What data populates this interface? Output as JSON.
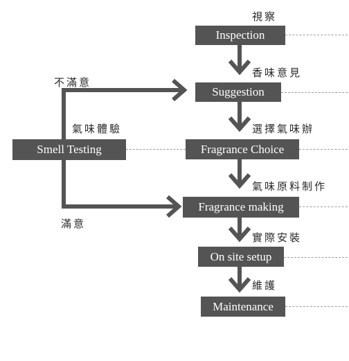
{
  "theme": {
    "box_color": "#545454",
    "arrow_color": "#545454",
    "label_color": "#2a2a2a"
  },
  "steps": [
    {
      "en": "Inspection",
      "zh": "視察"
    },
    {
      "en": "Suggestion",
      "zh": "香味意見"
    },
    {
      "en": "Fragrance Choice",
      "zh": "選擇氣味辦"
    },
    {
      "en": "Fragrance making",
      "zh": "氣味原料制作"
    },
    {
      "en": "On site setup",
      "zh": "實際安裝"
    },
    {
      "en": "Maintenance",
      "zh": "維護"
    }
  ],
  "smell_testing": {
    "en": "Smell Testing",
    "zh": "氣味體驗"
  },
  "feedback": {
    "unsatisfied": "不滿意",
    "satisfied": "滿意"
  }
}
